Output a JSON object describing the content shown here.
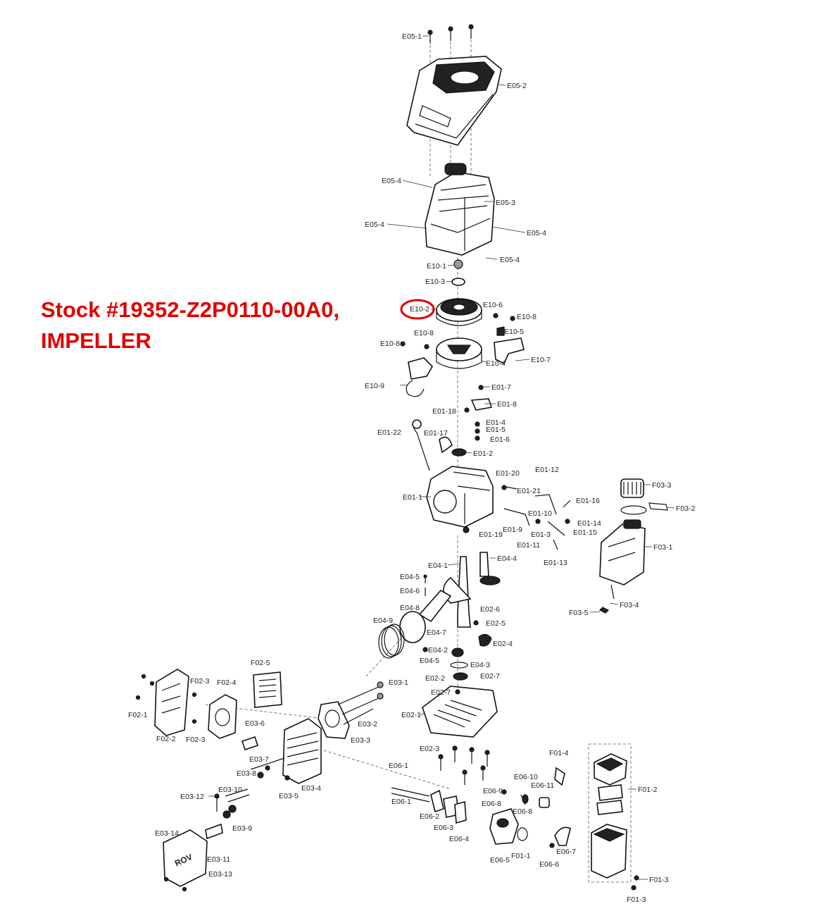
{
  "callout": {
    "line1": "Stock #19352-Z2P0110-00A0,",
    "line2": "IMPELLER",
    "color": "#e00000"
  },
  "labels": {
    "E05_1": "E05-1",
    "E05_2": "E05-2",
    "E05_3": "E05-3",
    "E05_4a": "E05-4",
    "E05_4b": "E05-4",
    "E05_4c": "E05-4",
    "E05_4d": "E05-4",
    "E10_1": "E10-1",
    "E10_2": "E10-2",
    "E10_3": "E10-3",
    "E10_4": "E10-4",
    "E10_5": "E10-5",
    "E10_6": "E10-6",
    "E10_7": "E10-7",
    "E10_8a": "E10-8",
    "E10_8b": "E10-8",
    "E10_8c": "E10-8",
    "E10_9": "E10-9",
    "E01_1": "E01-1",
    "E01_2": "E01-2",
    "E01_3": "E01-3",
    "E01_4": "E01-4",
    "E01_5": "E01-5",
    "E01_6": "E01-6",
    "E01_7": "E01-7",
    "E01_8": "E01-8",
    "E01_9": "E01-9",
    "E01_10": "E01-10",
    "E01_11": "E01-11",
    "E01_12": "E01-12",
    "E01_13": "E01-13",
    "E01_14": "E01-14",
    "E01_15": "E01-15",
    "E01_16": "E01-16",
    "E01_17": "E01-17",
    "E01_18": "E01-18",
    "E01_19": "E01-19",
    "E01_20": "E01-20",
    "E01_21": "E01-21",
    "E01_22": "E01-22",
    "F03_1": "F03-1",
    "F03_2": "F03-2",
    "F03_3": "F03-3",
    "F03_4": "F03-4",
    "F03_5": "F03-5",
    "E04_1": "E04-1",
    "E04_2": "E04-2",
    "E04_3": "E04-3",
    "E04_4": "E04-4",
    "E04_5a": "E04-5",
    "E04_5b": "E04-5",
    "E04_6": "E04-6",
    "E04_7": "E04-7",
    "E04_8": "E04-8",
    "E04_9": "E04-9",
    "E02_1": "E02-1",
    "E02_2": "E02-2",
    "E02_3": "E02-3",
    "E02_4": "E02-4",
    "E02_5": "E02-5",
    "E02_6": "E02-6",
    "E02_7a": "E02-7",
    "E02_7b": "E02-7",
    "F02_1": "F02-1",
    "F02_2": "F02-2",
    "F02_3a": "F02-3",
    "F02_3b": "F02-3",
    "F02_4": "F02-4",
    "F02_5": "F02-5",
    "E03_1": "E03-1",
    "E03_2": "E03-2",
    "E03_3": "E03-3",
    "E03_4": "E03-4",
    "E03_5": "E03-5",
    "E03_6": "E03-6",
    "E03_7": "E03-7",
    "E03_8": "E03-8",
    "E03_9": "E03-9",
    "E03_10": "E03-10",
    "E03_11": "E03-11",
    "E03_12": "E03-12",
    "E03_13": "E03-13",
    "E03_14": "E03-14",
    "E06_1a": "E06-1",
    "E06_1b": "E06-1",
    "E06_2": "E06-2",
    "E06_3": "E06-3",
    "E06_4": "E06-4",
    "E06_5": "E06-5",
    "E06_6": "E06-6",
    "E06_7": "E06-7",
    "E06_8a": "E06-8",
    "E06_8b": "E06-8",
    "E06_9": "E06-9",
    "E06_10": "E06-10",
    "E06_11": "E06-11",
    "F01_1": "F01-1",
    "F01_2": "F01-2",
    "F01_3a": "F01-3",
    "F01_3b": "F01-3",
    "F01_4": "F01-4"
  },
  "muffler_stamp": "ROV",
  "highlight_color": "#e00000"
}
